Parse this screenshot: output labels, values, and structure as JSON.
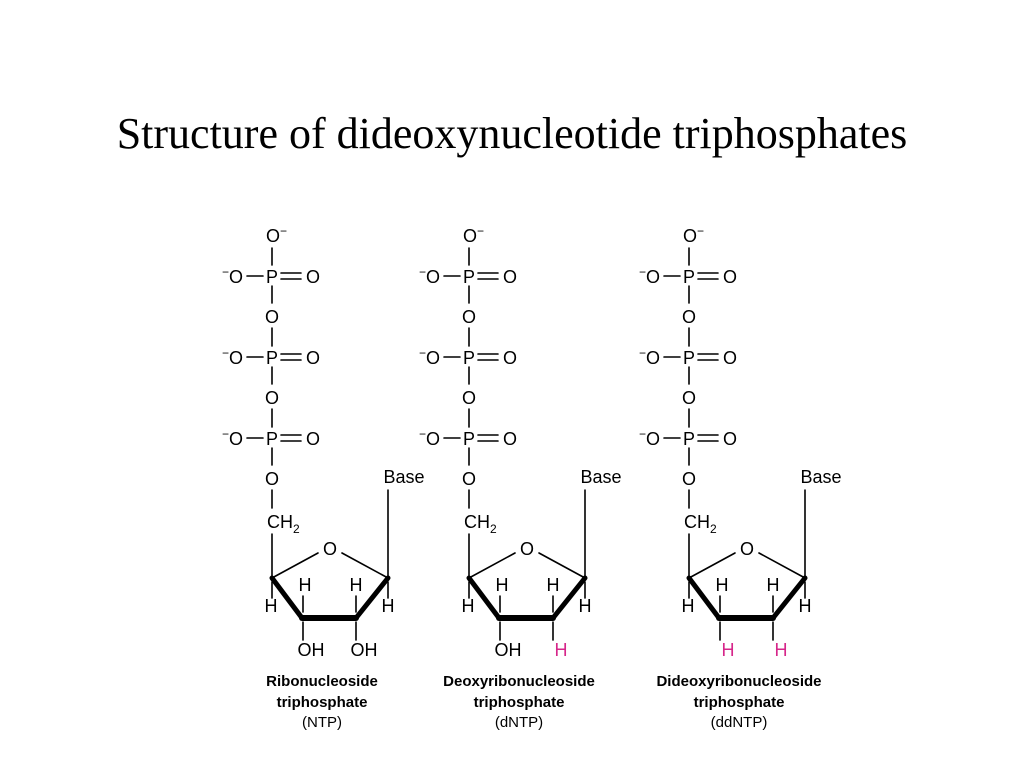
{
  "slide": {
    "title": "Structure of dideoxynucleotide triphosphates"
  },
  "atoms": {
    "oxygen": "O",
    "phosphorus": "P",
    "minus": "−",
    "ch2_main": "CH",
    "ch2_sub": "2",
    "base": "Base",
    "hydrogen": "H",
    "hydroxyl": "OH"
  },
  "colors": {
    "highlight_h": "#d6268a"
  },
  "structures": [
    {
      "caption_line1": "Ribonucleoside",
      "caption_line2": "triphosphate",
      "caption_line3": "(NTP)",
      "c2_group": "OH",
      "c3_group": "OH",
      "c2_highlight": false,
      "c3_highlight": false
    },
    {
      "caption_line1": "Deoxyribonucleoside",
      "caption_line2": "triphosphate",
      "caption_line3": "(dNTP)",
      "c2_group": "OH",
      "c3_group": "H",
      "c2_highlight": false,
      "c3_highlight": true
    },
    {
      "caption_line1": "Dideoxyribonucleoside",
      "caption_line2": "triphosphate",
      "caption_line3": "(ddNTP)",
      "c2_group": "H",
      "c3_group": "H",
      "c2_highlight": true,
      "c3_highlight": true
    }
  ]
}
